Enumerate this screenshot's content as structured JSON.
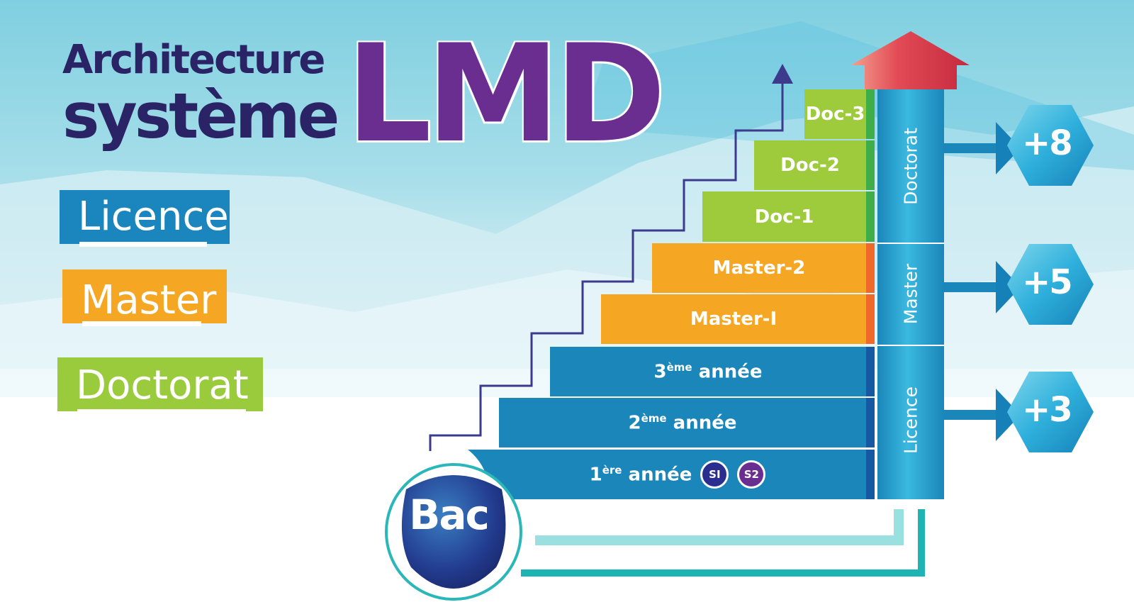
{
  "title": {
    "line1": "Architecture",
    "line2": "système",
    "acronym": "LMD"
  },
  "legend": [
    {
      "label": "Licence",
      "color": "#1b86bd"
    },
    {
      "label": "Master",
      "color": "#f5a623"
    },
    {
      "label": "Doctorat",
      "color": "#9acb3c"
    }
  ],
  "steps": {
    "doc3": "Doc-3",
    "doc2": "Doc-2",
    "doc1": "Doc-1",
    "master2": "Master-2",
    "master1": "Master-I",
    "year3": {
      "num": "3",
      "sup": "ème",
      "text": " année"
    },
    "year2": {
      "num": "2",
      "sup": "ème",
      "text": " année"
    },
    "year1": {
      "num": "1",
      "sup": "ère",
      "text": " année"
    }
  },
  "semesters": {
    "s1": "SI",
    "s2": "S2"
  },
  "columns": {
    "doctorat": "Doctorat",
    "master": "Master",
    "licence": "Licence"
  },
  "badges": {
    "doctorat": "+8",
    "master": "+5",
    "licence": "+3"
  },
  "start": "Bac",
  "colors": {
    "licence": "#1a86b9",
    "master": "#f5a623",
    "doctorat": "#9dcb3c",
    "title_dark": "#2a2466",
    "title_purple": "#6a2e90",
    "arrow_red": "#d83a4a"
  }
}
